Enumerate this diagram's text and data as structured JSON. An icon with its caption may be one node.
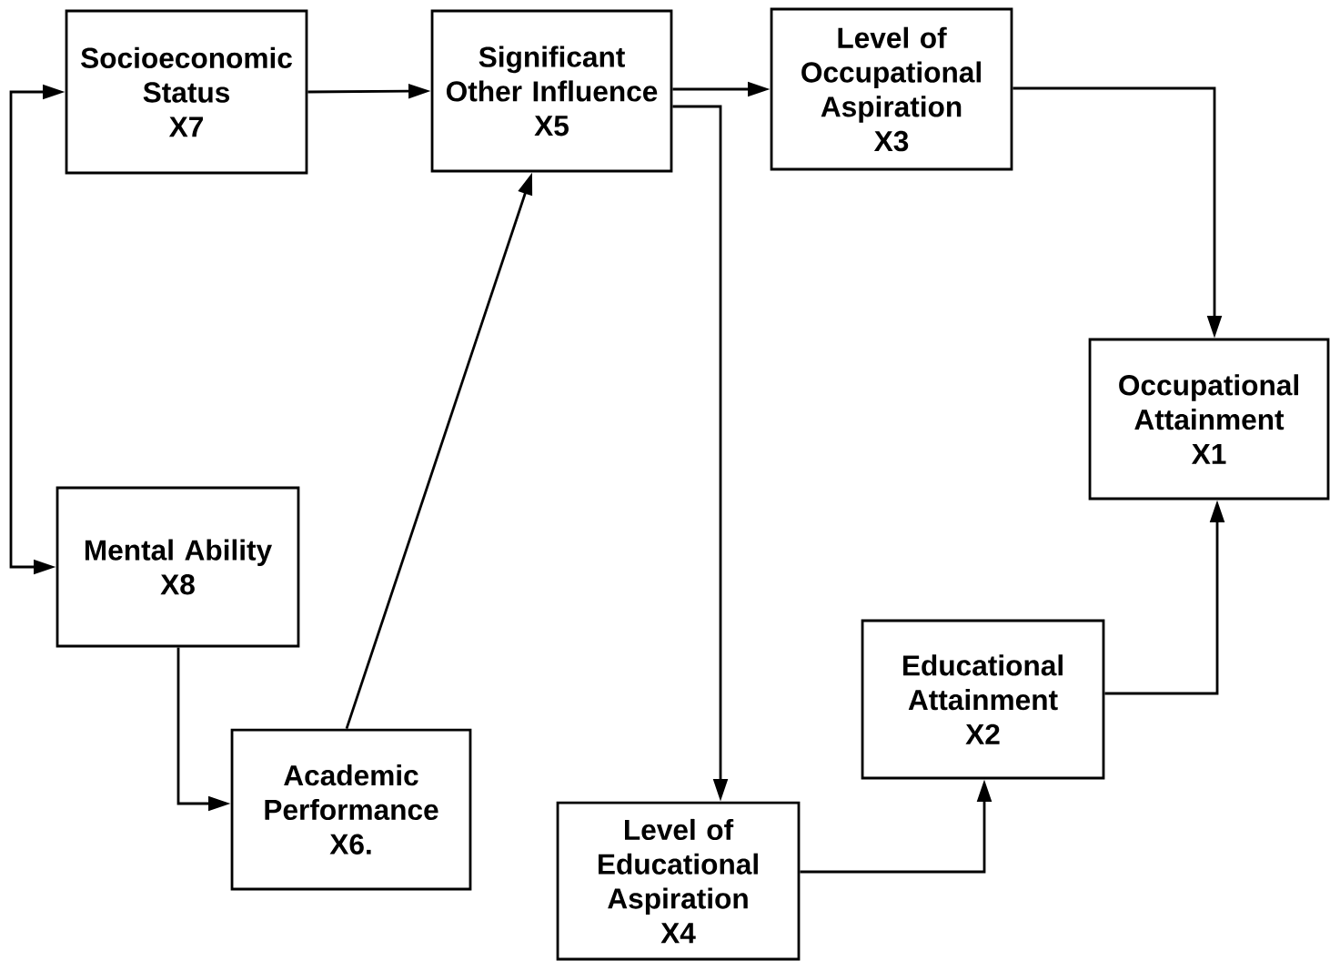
{
  "diagram": {
    "nodes": [
      {
        "text": [
          "Socioeconomic Status",
          "X7"
        ]
      },
      {
        "text": [
          "Significant Other Influence",
          "X5"
        ]
      },
      {
        "text": [
          "Level of Occupational Aspiration",
          "X3"
        ]
      },
      {
        "text": [
          "Occupational Attainment",
          "X1"
        ]
      },
      {
        "text": [
          "Mental Ability",
          "X8"
        ]
      },
      {
        "text": [
          "Academic Performance",
          "X6."
        ]
      },
      {
        "text": [
          "Level of Educational Aspiration",
          "X4"
        ]
      },
      {
        "text": [
          "Educational Attainment",
          "X2"
        ]
      }
    ],
    "edges": [
      {
        "from": 0,
        "to": 4,
        "arrow": "both"
      },
      {
        "from": 0,
        "to": 1,
        "arrow": "to"
      },
      {
        "from": 1,
        "to": 2,
        "arrow": "to"
      },
      {
        "from": 1,
        "to": 6,
        "arrow": "to"
      },
      {
        "from": 2,
        "to": 3,
        "arrow": "to"
      },
      {
        "from": 4,
        "to": 5,
        "arrow": "to"
      },
      {
        "from": 5,
        "to": 1,
        "arrow": "to"
      },
      {
        "from": 6,
        "to": 7,
        "arrow": "to"
      },
      {
        "from": 7,
        "to": 3,
        "arrow": "to"
      }
    ]
  }
}
